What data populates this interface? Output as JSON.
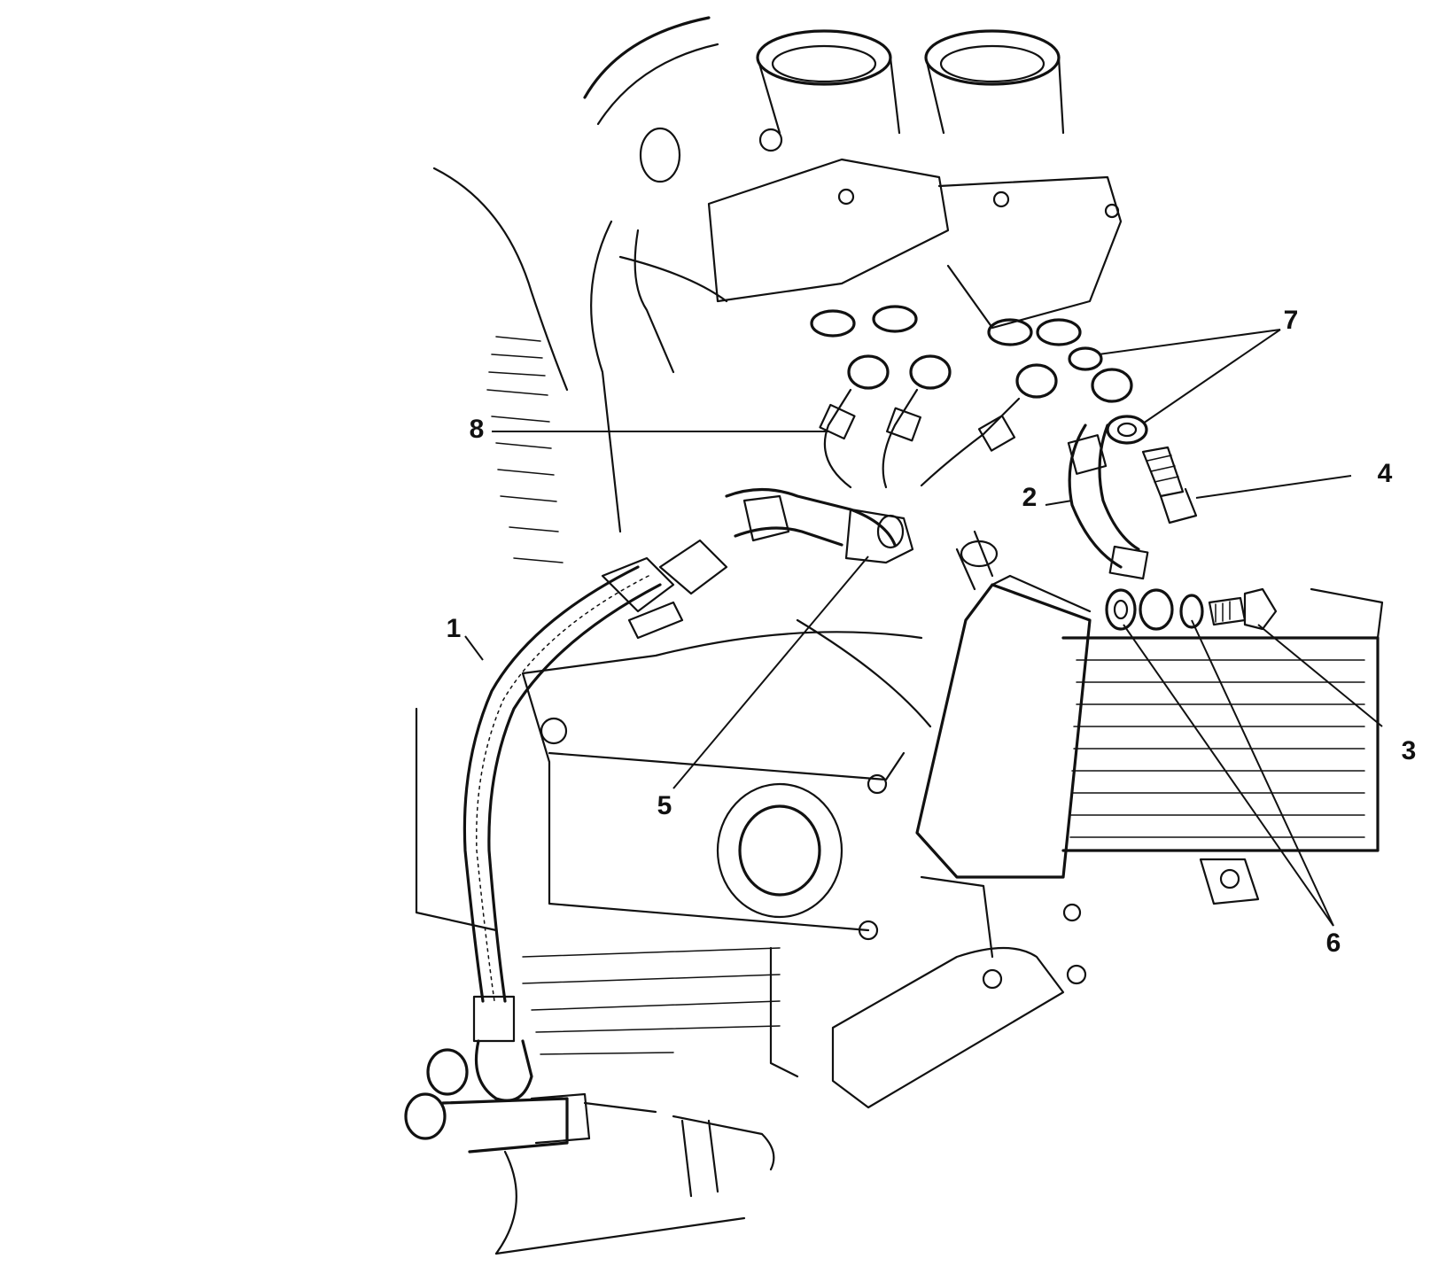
{
  "diagram": {
    "callouts": [
      {
        "id": "1",
        "label": "1"
      },
      {
        "id": "2",
        "label": "2"
      },
      {
        "id": "3",
        "label": "3"
      },
      {
        "id": "4",
        "label": "4"
      },
      {
        "id": "5",
        "label": "5"
      },
      {
        "id": "6",
        "label": "6"
      },
      {
        "id": "7",
        "label": "7"
      },
      {
        "id": "8",
        "label": "8"
      }
    ],
    "line_color": "#111111",
    "background_color": "#ffffff"
  }
}
